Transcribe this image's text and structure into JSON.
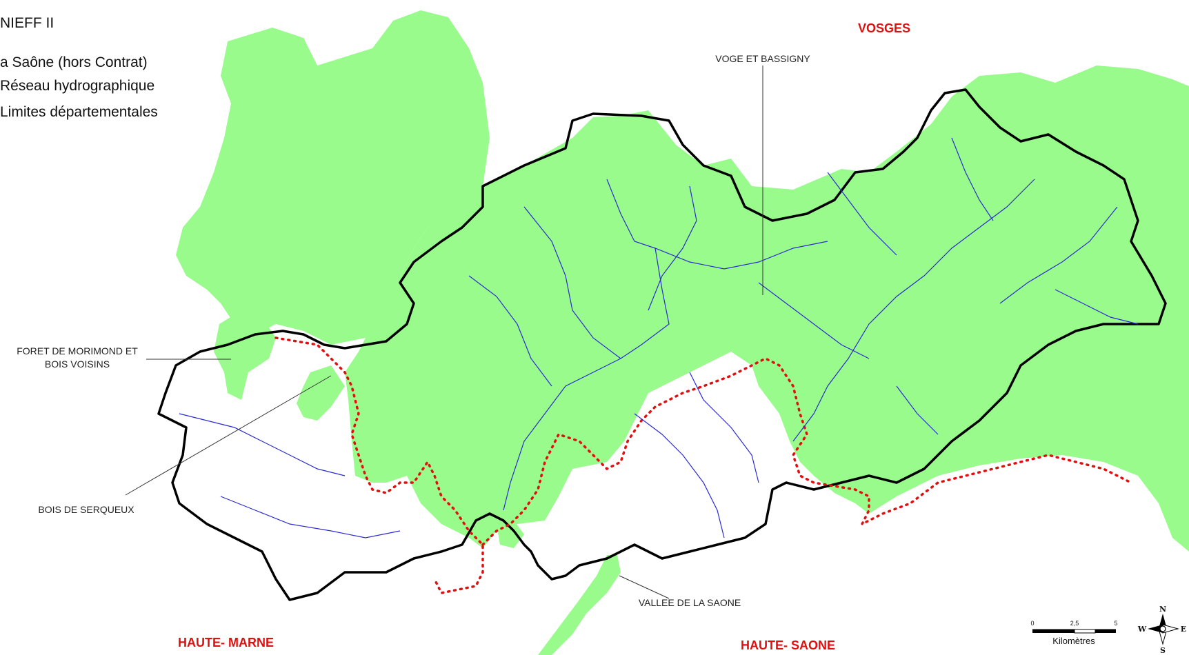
{
  "legend": {
    "title_fragment": "NIEFF II",
    "items": [
      {
        "label": "a Saône (hors Contrat)"
      },
      {
        "label": "Réseau hydrographique"
      },
      {
        "label": "Limites départementales"
      }
    ]
  },
  "departments": {
    "vosges": "VOSGES",
    "haute_marne": "HAUTE- MARNE",
    "haute_saone": "HAUTE- SAONE"
  },
  "zones": {
    "voge_bassigny": "VOGE ET BASSIGNY",
    "morimond_line1": "FORET DE MORIMOND ET",
    "morimond_line2": "BOIS VOISINS",
    "serqueux": "BOIS DE SERQUEUX",
    "vallee_saone": "VALLEE DE LA SAONE"
  },
  "scale": {
    "ticks": [
      "0",
      "2,5",
      "5"
    ],
    "unit": "Kilomètres"
  },
  "compass": {
    "n": "N",
    "s": "S",
    "e": "E",
    "w": "W"
  },
  "colors": {
    "znieff_fill": "#98fb8c",
    "river": "#2a2ad2",
    "boundary": "#000000",
    "contract_limit": "#e01010",
    "dept_label": "#e01010"
  }
}
